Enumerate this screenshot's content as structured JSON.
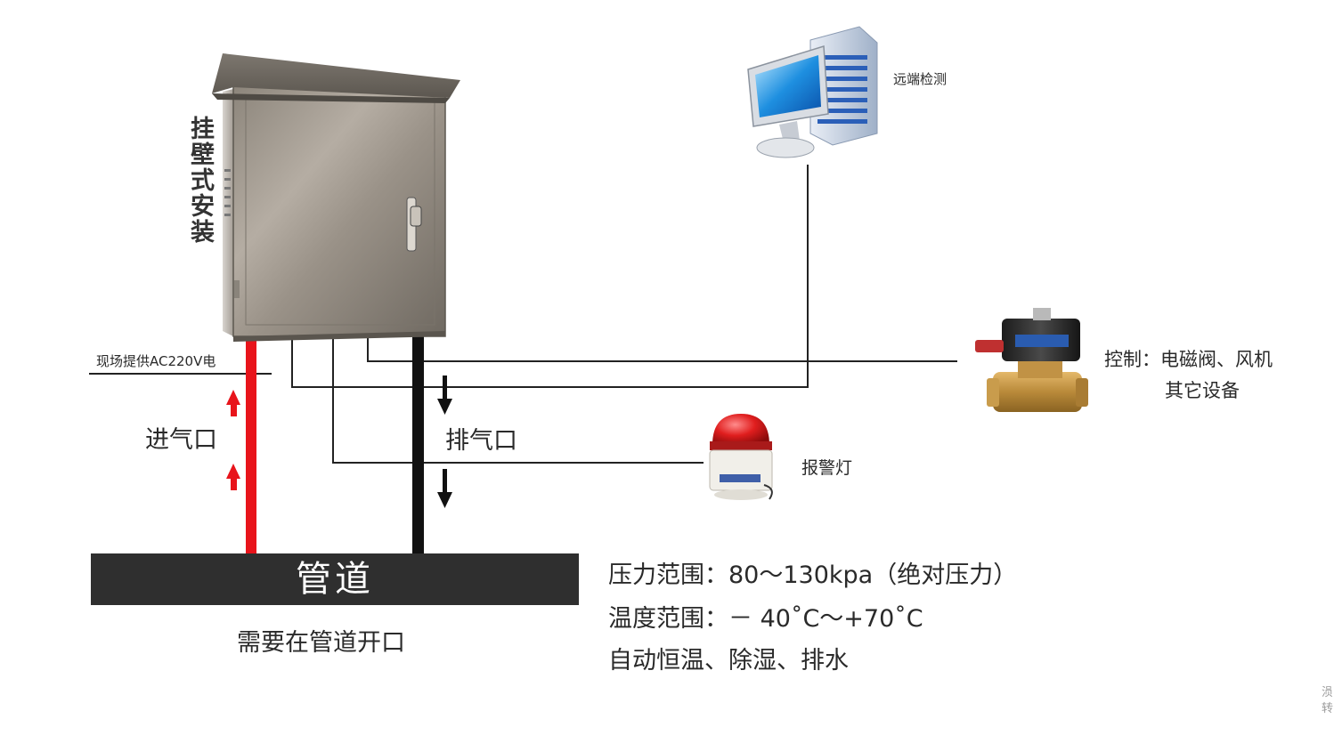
{
  "labels": {
    "mounting": "挂壁式安装",
    "power": "现场提供AC220V电",
    "inlet": "进气口",
    "outlet": "排气口",
    "pipe": "管道",
    "pipe_note": "需要在管道开口",
    "remote": "远端检测",
    "alarm": "报警灯",
    "control_line1": "控制：电磁阀、风机",
    "control_line2": "其它设备"
  },
  "specs": [
    "压力范围：80～130kpa（绝对压力）",
    "温度范围：－ 40˚C～+70˚C",
    "自动恒温、除湿、排水"
  ],
  "watermark": "涢转",
  "colors": {
    "inlet_pipe": "#e8141b",
    "outlet_pipe": "#111111",
    "pipe_bar": "#2f2f2f",
    "signal_line": "#222222"
  }
}
